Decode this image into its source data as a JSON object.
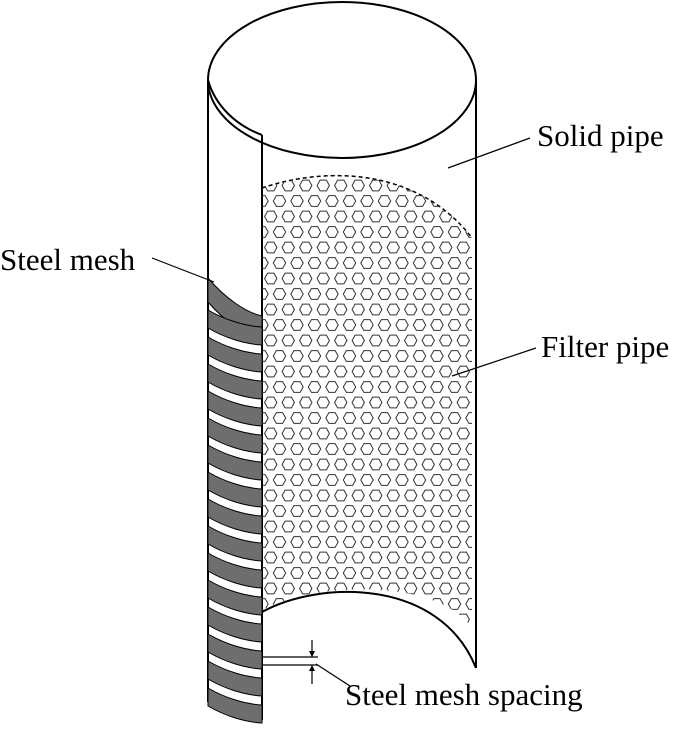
{
  "labels": {
    "solid_pipe": "Solid pipe",
    "steel_mesh": "Steel mesh",
    "filter_pipe": "Filter pipe",
    "steel_mesh_spacing": "Steel mesh spacing"
  },
  "colors": {
    "line": "#000000",
    "mesh_band": "#6e6e6e",
    "background": "#ffffff"
  }
}
